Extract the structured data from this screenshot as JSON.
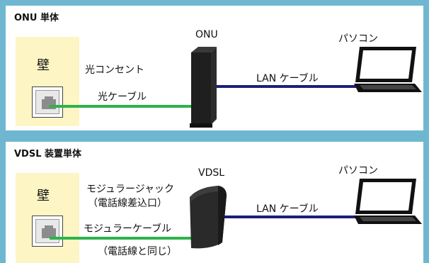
{
  "panel1": {
    "title": "ONU 単体",
    "wall_label": "壁",
    "outlet_label": "光コンセント",
    "cable_label": "光ケーブル",
    "device_label": "ONU",
    "lan_label": "LAN ケーブル",
    "pc_label": "パソコン"
  },
  "panel2": {
    "title": "VDSL 装置単体",
    "wall_label": "壁",
    "jack_label_1": "モジュラージャック",
    "jack_label_2": "（電話線差込口）",
    "cable_label": "モジュラーケーブル",
    "cable_note": "（電話線と同じ）",
    "device_label": "VDSL",
    "lan_label": "LAN ケーブル",
    "pc_label": "パソコン"
  },
  "colors": {
    "background": "#6fb7d0",
    "wall": "#fdf5c4",
    "optical_cable": "#2db34a",
    "lan_cable": "#1b1f7a"
  }
}
